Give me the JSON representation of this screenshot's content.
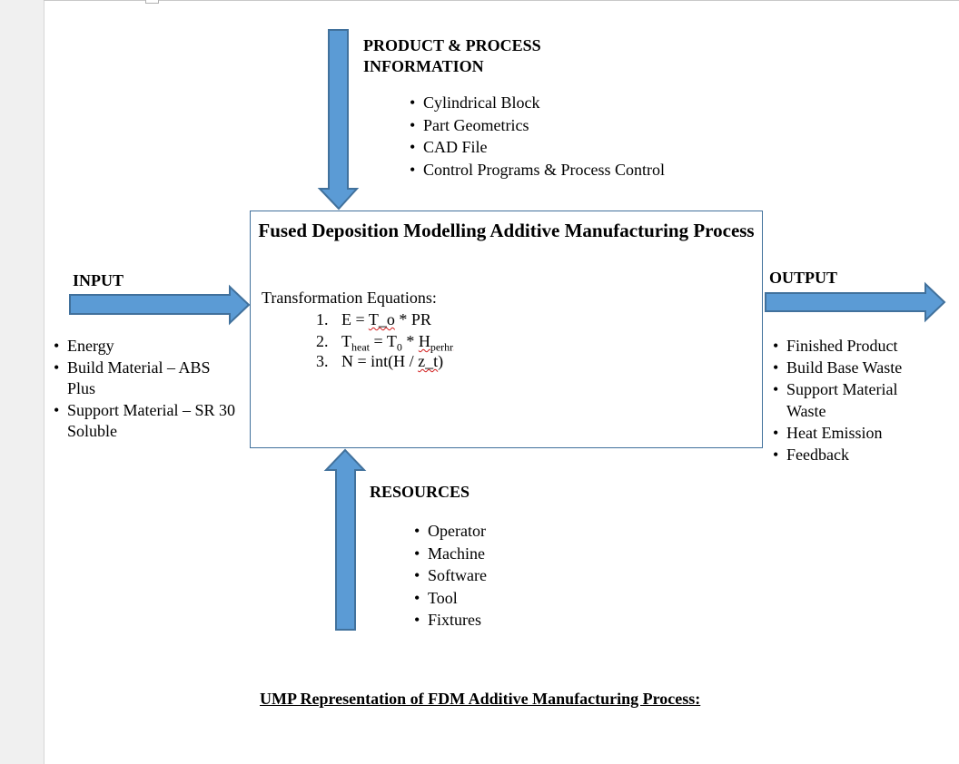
{
  "colors": {
    "arrow_fill": "#5b9bd5",
    "arrow_stroke": "#41719c",
    "squiggle": "#d11a1a"
  },
  "top": {
    "heading_line1": "PRODUCT & PROCESS",
    "heading_line2": "INFORMATION",
    "items": [
      "Cylindrical Block",
      "Part Geometrics",
      "CAD File",
      "Control Programs & Process Control"
    ]
  },
  "input": {
    "heading": "INPUT",
    "items": [
      "Energy",
      "Build Material – ABS Plus",
      "Support Material – SR 30 Soluble"
    ]
  },
  "output": {
    "heading": "OUTPUT",
    "items": [
      "Finished Product",
      "Build Base Waste",
      "Support Material Waste",
      "Heat Emission",
      "Feedback"
    ]
  },
  "resources": {
    "heading": "RESOURCES",
    "items": [
      "Operator",
      "Machine",
      "Software",
      "Tool",
      "Fixtures"
    ]
  },
  "process": {
    "title": "Fused Deposition Modelling Additive Manufacturing Process",
    "equations_label": "Transformation Equations:",
    "eq1": {
      "num": "1.",
      "pre": "E = ",
      "mid": "T_o",
      "post": " * PR"
    },
    "eq2": {
      "num": "2.",
      "pre": "T",
      "sub1": "heat",
      "mid": " = T",
      "sub2": "0",
      "mid2": " * ",
      "wavy": "H",
      "sub3": "perhr"
    },
    "eq3": {
      "num": "3.",
      "pre": "N = int(H / ",
      "wavy": "z_t",
      "post": ")"
    }
  },
  "caption": "UMP Representation of FDM Additive Manufacturing Process:"
}
